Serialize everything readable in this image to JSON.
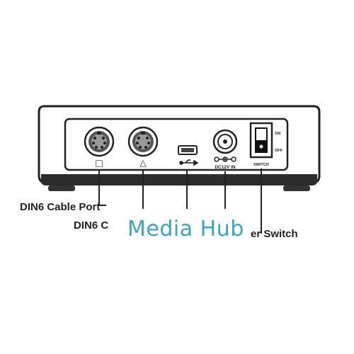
{
  "title": "Media Hub",
  "port_labels": {
    "square_symbol": "□",
    "triangle_symbol": "△",
    "dc_label": "DC12V IN",
    "switch_label": "SWITCH",
    "switch_on": "ON",
    "switch_off": "OFF"
  },
  "callouts": {
    "din6_cable_port": "DIN6 Cable Port",
    "din6_second": "DIN6 C",
    "power_switch": "er Switch"
  },
  "colors": {
    "title": "#3aa6b9",
    "outline": "#222222",
    "panel": "#ffffff"
  }
}
